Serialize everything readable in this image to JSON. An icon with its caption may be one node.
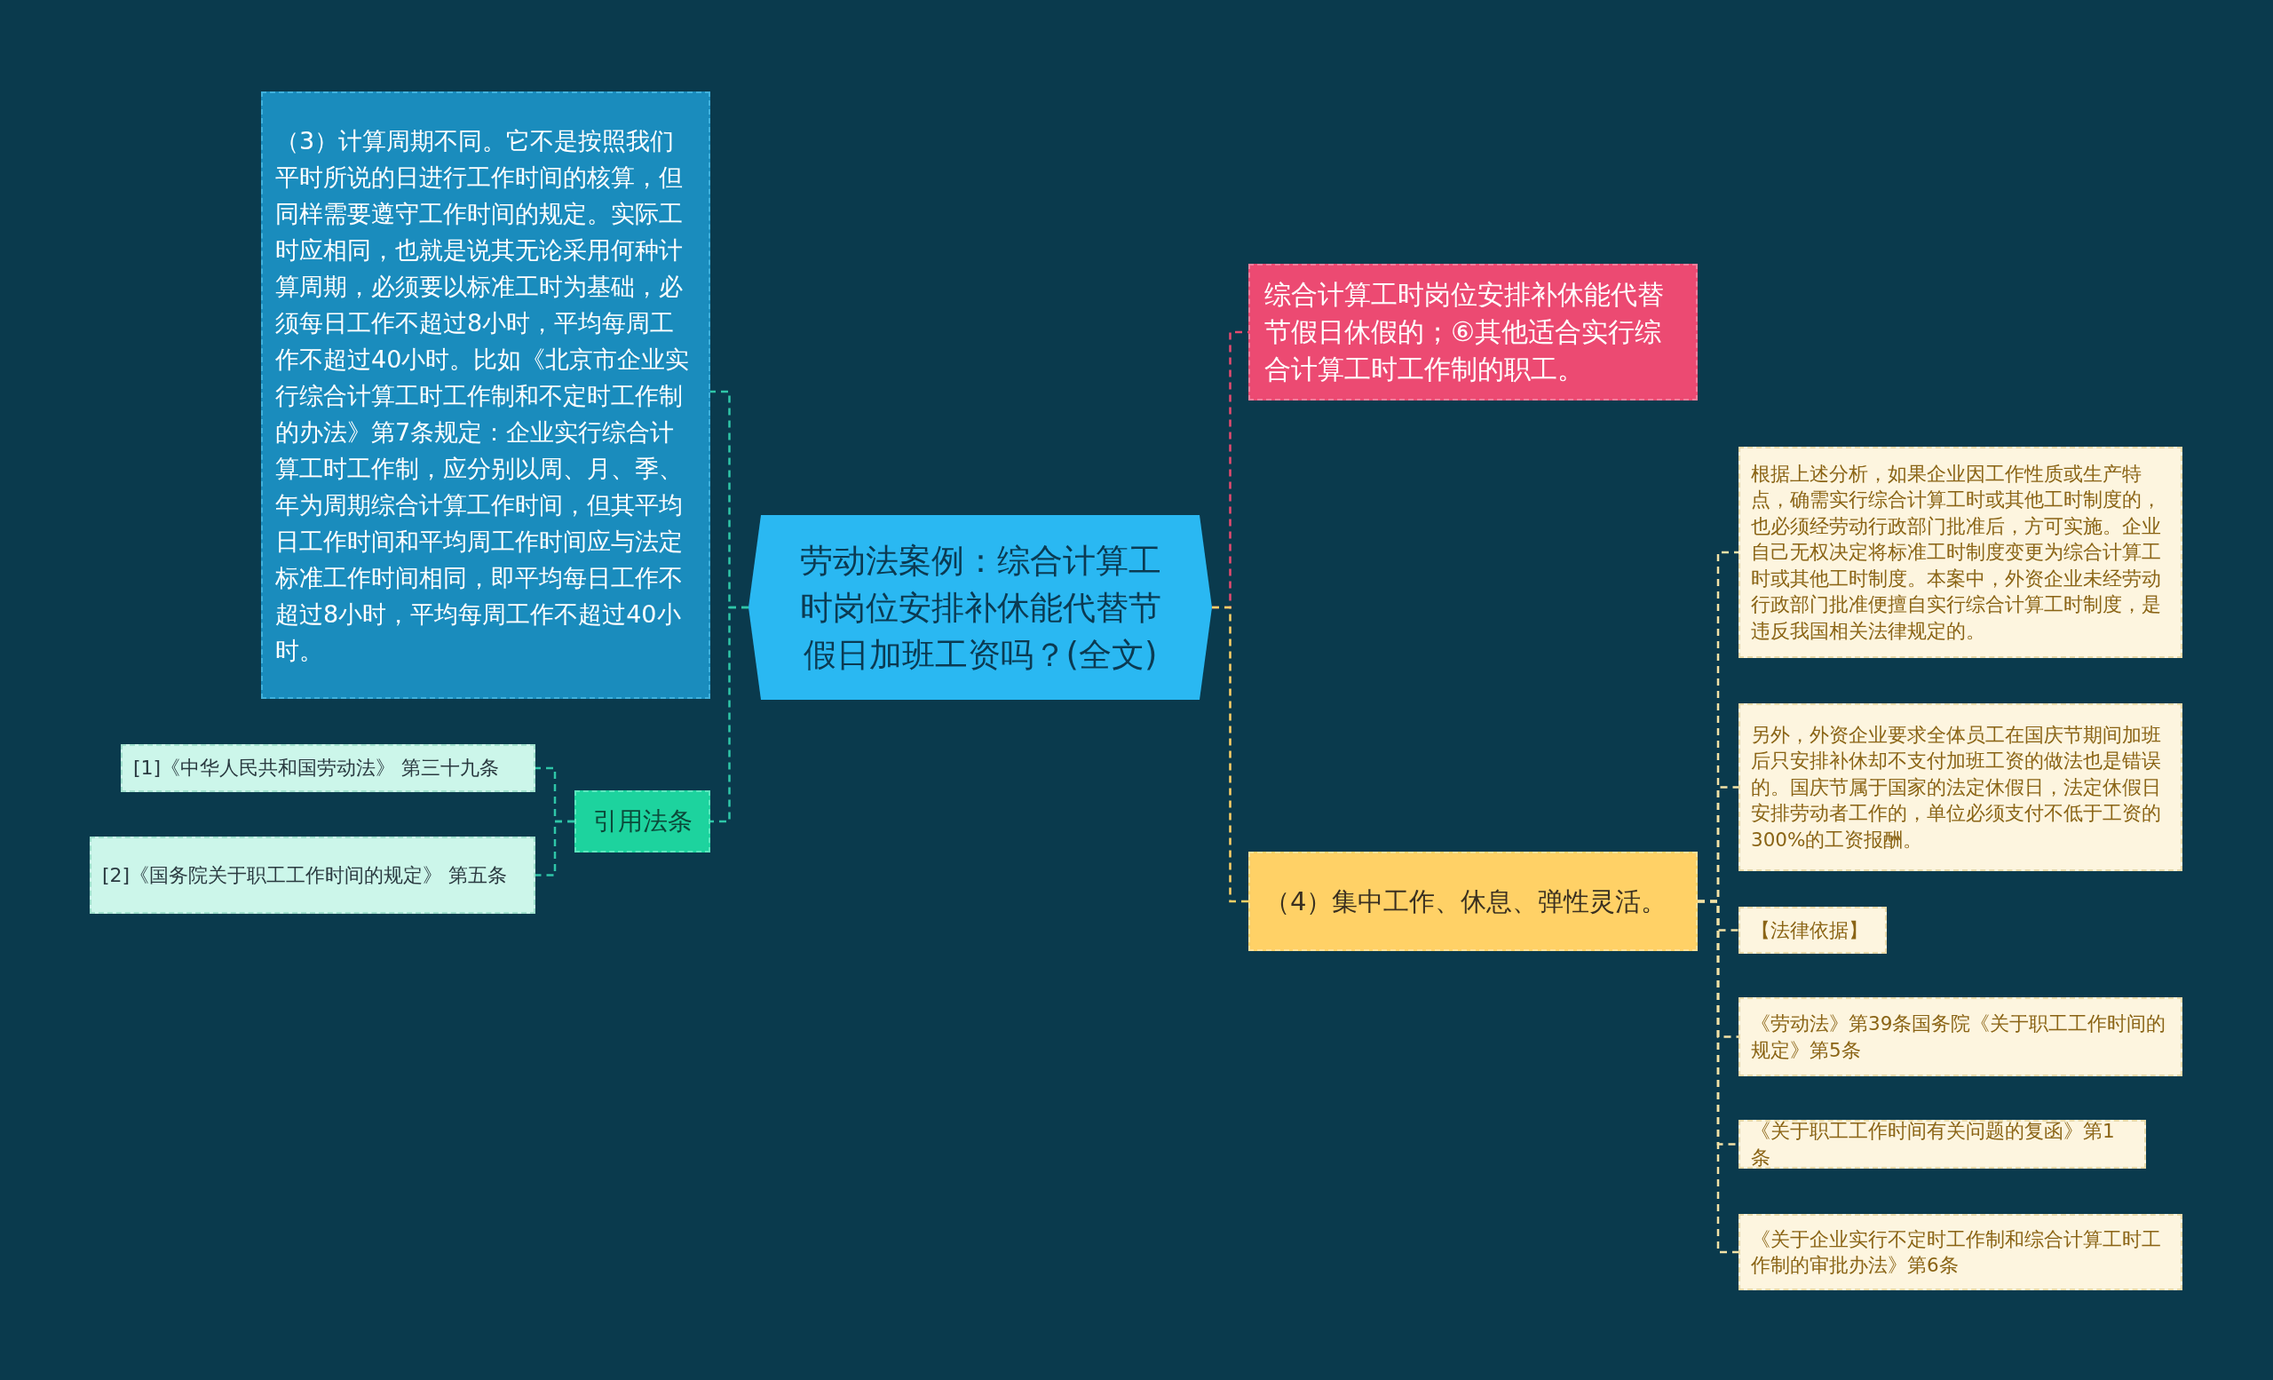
{
  "diagram": {
    "nodes": [
      {
        "text": [
          "劳动法案例：综合计算工时岗位安排补休能代替节假日加班工资吗？(全文)"
        ]
      },
      {
        "text": [
          "（3）计算周期不同。它不是按照我们平时所说的日进行工作时间的核算，但同样需要遵守工作时间的规定。实际工时应相同，也就是说其无论采用何种计算周期，必须要以标准工时为基础，必须每日工作不超过8小时，平均每周工作不超过40小时。比如《北京市企业实行综合计算工时工作制和不定时工作制的办法》第7条规定：企业实行综合计算工时工作制，应分别以周、月、季、年为周期综合计算工作时间，但其平均日工作时间和平均周工作时间应与法定标准工作时间相同，即平均每日工作不超过8小时，平均每周工作不超过40小时。"
        ]
      },
      {
        "text": [
          "引用法条"
        ]
      },
      {
        "text": [
          "[1]《中华人民共和国劳动法》 第三十九条"
        ]
      },
      {
        "text": [
          "[2]《国务院关于职工工作时间的规定》 第五条"
        ]
      },
      {
        "text": [
          "综合计算工时岗位安排补休能代替节假日休假的；⑥其他适合实行综合计算工时工作制的职工。"
        ]
      },
      {
        "text": [
          "（4）集中工作、休息、弹性灵活。"
        ]
      },
      {
        "text": [
          "根据上述分析，如果企业因工作性质或生产特点，确需实行综合计算工时或其他工时制度的，也必须经劳动行政部门批准后，方可实施。企业自己无权决定将标准工时制度变更为综合计算工时或其他工时制度。本案中，外资企业未经劳动行政部门批准便擅自实行综合计算工时制度，是违反我国相关法律规定的。"
        ]
      },
      {
        "text": [
          "另外，外资企业要求全体员工在国庆节期间加班后只安排补休却不支付加班工资的做法也是错误的。国庆节属于国家的法定休假日，法定休假日安排劳动者工作的，单位必须支付不低于工资的300%的工资报酬。"
        ]
      },
      {
        "text": [
          "【法律依据】"
        ]
      },
      {
        "text": [
          "《劳动法》第39条国务院《关于职工工作时间的规定》第5条"
        ]
      },
      {
        "text": [
          "《关于职工工作时间有关问题的复函》第1条"
        ]
      },
      {
        "text": [
          "《关于企业实行不定时工作制和综合计算工时工作制的审批办法》第6条"
        ]
      }
    ],
    "edges": [
      {
        "from": 0,
        "to": 1,
        "arrow": "none",
        "style": "dashed",
        "color": "#2fc6a8"
      },
      {
        "from": 0,
        "to": 2,
        "arrow": "none",
        "style": "dashed",
        "color": "#2fc6a8"
      },
      {
        "from": 2,
        "to": 3,
        "arrow": "none",
        "style": "dashed",
        "color": "#2fc6a8"
      },
      {
        "from": 2,
        "to": 4,
        "arrow": "none",
        "style": "dashed",
        "color": "#2fc6a8"
      },
      {
        "from": 0,
        "to": 5,
        "arrow": "none",
        "style": "dashed",
        "color": "#e84a6f"
      },
      {
        "from": 0,
        "to": 6,
        "arrow": "none",
        "style": "dashed",
        "color": "#ffd166"
      },
      {
        "from": 6,
        "to": 7,
        "arrow": "none",
        "style": "dashed"
      },
      {
        "from": 6,
        "to": 8,
        "arrow": "none",
        "style": "dashed"
      },
      {
        "from": 6,
        "to": 9,
        "arrow": "none",
        "style": "dashed"
      },
      {
        "from": 6,
        "to": 10,
        "arrow": "none",
        "style": "dashed"
      },
      {
        "from": 6,
        "to": 11,
        "arrow": "none",
        "style": "dashed"
      },
      {
        "from": 6,
        "to": 12,
        "arrow": "none",
        "style": "dashed"
      }
    ]
  }
}
